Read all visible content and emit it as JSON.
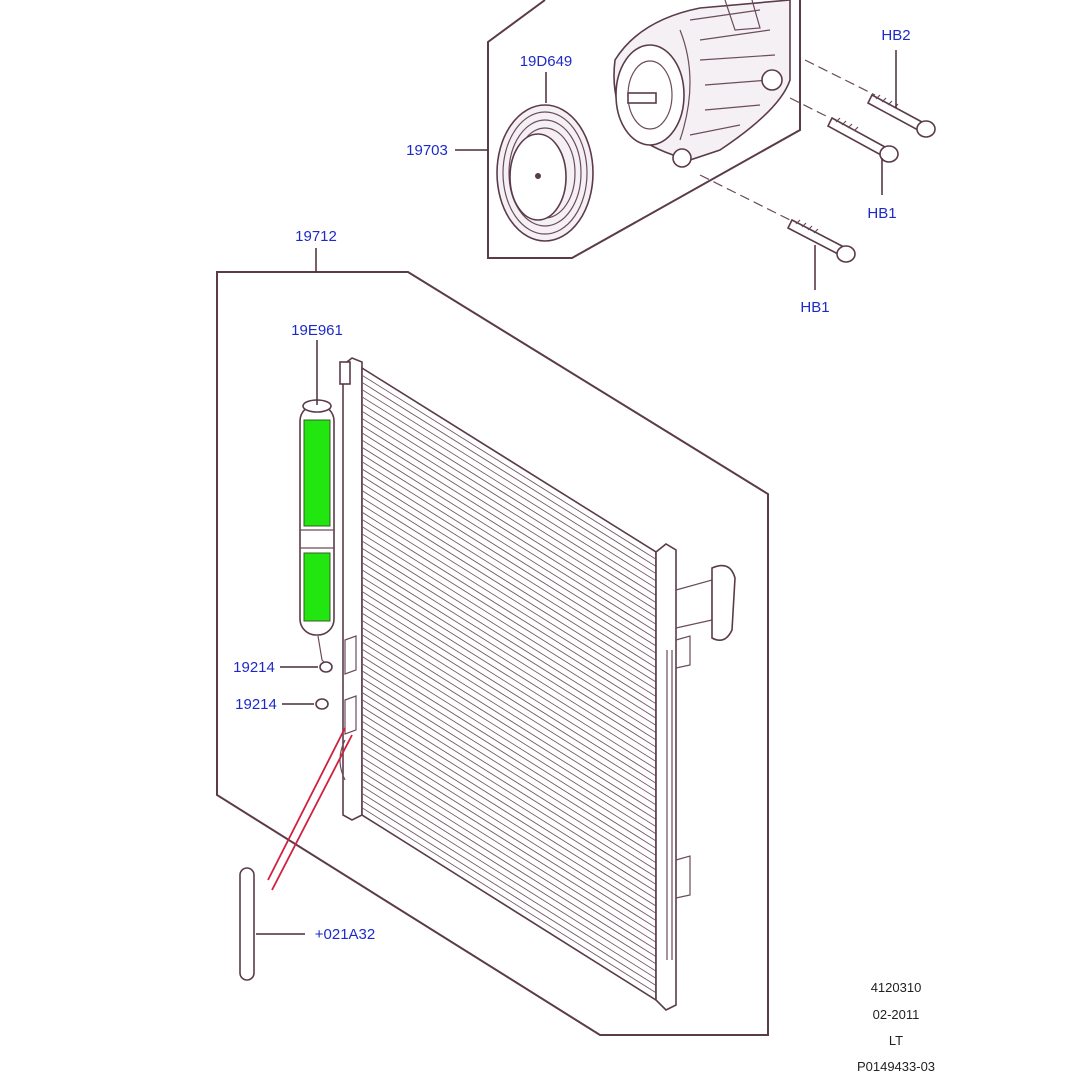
{
  "callouts": {
    "pulley": "19D649",
    "clutch": "19703",
    "bolt_top": "HB2",
    "bolt_mid": "HB1",
    "bolt_low": "HB1",
    "condenser": "19712",
    "receiver_drier": "19E961",
    "plug_top": "19214",
    "plug_bottom": "19214",
    "clip": "+021A32"
  },
  "footer": {
    "line1": "4120310",
    "line2": "02-2011",
    "line3": "LT",
    "line4": "P0149433-03"
  },
  "colors": {
    "line": "#5b3b4a",
    "callout_text": "#1e2ac8",
    "highlight_green": "#22e60f",
    "pointer_red": "#d0213f"
  }
}
